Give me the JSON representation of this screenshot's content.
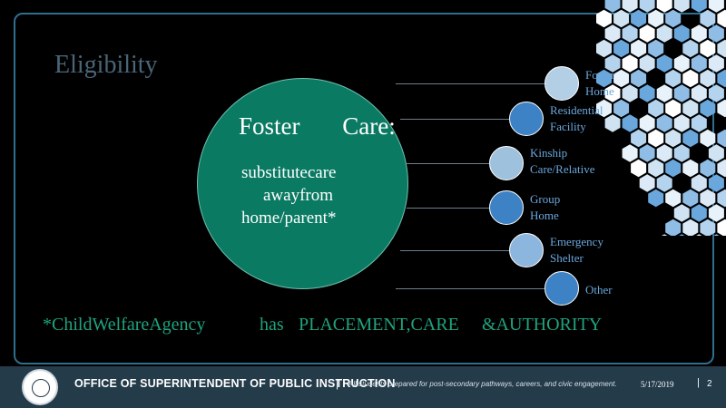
{
  "slide": {
    "title": "Eligibility",
    "circle_heading": "Foster Care:",
    "circle_body": [
      "substitutecare",
      "awayfrom",
      "home/parent*"
    ]
  },
  "categories": [
    {
      "lines": [
        "Foster",
        "Home"
      ],
      "color": "#b3cfe6"
    },
    {
      "lines": [
        "Residential",
        "Facility"
      ],
      "color": "#3d82c4"
    },
    {
      "lines": [
        "Kinship",
        "Care/Relative"
      ],
      "color": "#9ec2dd"
    },
    {
      "lines": [
        "Group",
        "Home"
      ],
      "color": "#3d82c4"
    },
    {
      "lines": [
        "Emergency",
        "Shelter"
      ],
      "color": "#8cb6dd"
    },
    {
      "lines": [
        "Other"
      ],
      "color": "#3d82c4"
    }
  ],
  "footnote": {
    "part1": "*ChildWelfareAgency",
    "part2": "has",
    "part3": "PLACEMENT,CARE",
    "part4": "&AUTHORITY"
  },
  "footer": {
    "office": "OFFICE OF SUPERINTENDENT OF PUBLIC INSTRUCTION",
    "separator": "|",
    "tagline": "All students prepared for post-secondary pathways, careers, and civic engagement.",
    "date": "5/17/2019",
    "page": "2"
  },
  "colors": {
    "background": "#000000",
    "circle": "#0b7a63",
    "accent_text": "#1fa37e",
    "footer_bg": "#243b4a"
  },
  "icons": {
    "logo": "state-seal-icon"
  }
}
